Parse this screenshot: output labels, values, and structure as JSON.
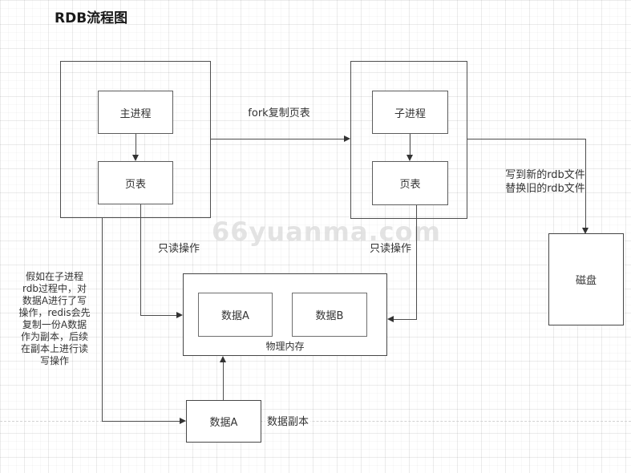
{
  "title": "RDB流程图",
  "watermark": "66yuanma.com",
  "colors": {
    "connector": "#4d4d4d",
    "container_border": "#4e4e4e",
    "inner_border": "#6e6e6e",
    "text": "#333333",
    "watermark": "#dadada"
  },
  "nodes": {
    "main_process": {
      "label": "主进程"
    },
    "main_page_table": {
      "label": "页表"
    },
    "child_process": {
      "label": "子进程"
    },
    "child_page_table": {
      "label": "页表"
    },
    "physical_memory": {
      "label": "物理内存"
    },
    "data_a": {
      "label": "数据A"
    },
    "data_b": {
      "label": "数据B"
    },
    "disk": {
      "label": "磁盘"
    },
    "data_a_copy": {
      "label": "数据A"
    }
  },
  "edge_labels": {
    "fork": "fork复制页表",
    "write_rdb_lines": [
      "写到新的rdb文件",
      "替换旧的rdb文件"
    ],
    "read_only_left": "只读操作",
    "read_only_right": "只读操作",
    "data_copy": "数据副本"
  },
  "note_lines": [
    "假如在子进程",
    "rdb过程中，对",
    "数据A进行了写",
    "操作，redis会先",
    "复制一份A数据",
    "作为副本，后续",
    "在副本上进行读",
    "写操作"
  ]
}
